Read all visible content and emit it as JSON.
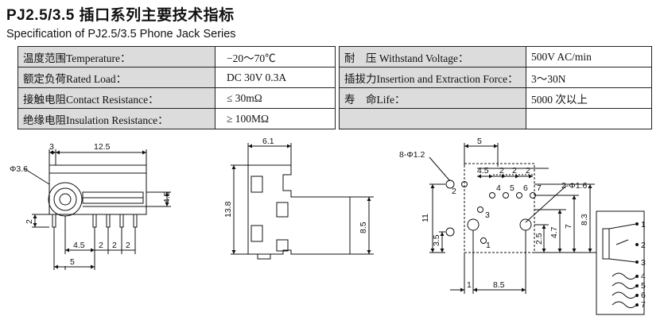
{
  "title": {
    "cn": "PJ2.5/3.5 插口系列主要技术指标",
    "en": "Specification of PJ2.5/3.5 Phone Jack Series"
  },
  "spec_rows": [
    {
      "left_label": "温度范围Temperature：",
      "left_value": "−20～70℃",
      "right_label": "耐　压 Withstand Voltage：",
      "right_value": "500V  AC/min"
    },
    {
      "left_label": "额定负荷Rated Load：",
      "left_value": "DC  30V  0.3A",
      "right_label": "插拔力Insertion and Extraction Force：",
      "right_value": "3～30N"
    },
    {
      "left_label": "接触电阻Contact  Resistance：",
      "left_value": "≤ 30mΩ",
      "right_label": "寿　命Life：",
      "right_value": "5000 次以上"
    },
    {
      "left_label": "绝缘电阻Insulation  Resistance：",
      "left_value": "≥ 100MΩ",
      "right_label": "",
      "right_value": ""
    }
  ],
  "front_view": {
    "dims": {
      "w3": "3",
      "w12_5": "12.5",
      "phi3_6": "Φ3.6",
      "h4_5": "4.5",
      "h2": "2",
      "p4_5": "4.5",
      "p2a": "2",
      "p2b": "2",
      "p2c": "2",
      "w5": "5"
    }
  },
  "side_view": {
    "dims": {
      "w6_1": "6.1",
      "h13_8": "13.8",
      "h8_5": "8.5"
    }
  },
  "pcb_view": {
    "dims": {
      "w5": "5",
      "hole8": "8-Φ1.2",
      "p4_5": "4.5",
      "p2a": "2",
      "p2b": "2",
      "p2c": "2",
      "hole2": "2-Φ1.6",
      "h11": "11",
      "h3_5": "3.5",
      "h2_5": "2.5",
      "h4_7": "4.7",
      "h7": "7",
      "h8_3": "8.3",
      "w1": "1",
      "w8_5": "8.5"
    },
    "pins": [
      "1",
      "2",
      "3",
      "4",
      "5",
      "6",
      "7"
    ]
  },
  "schematic": {
    "pins": [
      "1",
      "2",
      "3",
      "4",
      "5",
      "6",
      "7"
    ]
  }
}
